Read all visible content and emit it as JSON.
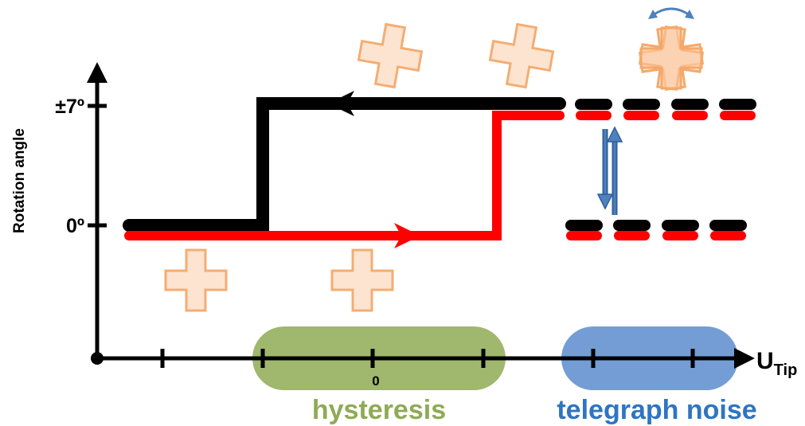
{
  "axes": {
    "y_label": "Rotation angle",
    "y_tick_top": "±7º",
    "y_tick_zero": "0º",
    "x_label_main": "U",
    "x_label_sub": "Tip",
    "x_tick_zero": "0"
  },
  "regions": {
    "hysteresis": {
      "label": "hysteresis",
      "color": "#8faa55"
    },
    "telegraph": {
      "label": "telegraph noise",
      "color": "#5b8ccc"
    }
  },
  "colors": {
    "forward_sweep": "#ff0000",
    "backward_sweep": "#000000",
    "molecule_fill": "#fde3cf",
    "molecule_stroke": "#f4a96b",
    "switch_arrow": "#4f81bd",
    "axis": "#000000"
  },
  "icons": {
    "molecule": "cross-shaped-molecule-icon",
    "rotating_molecule": "rotating-molecule-icon",
    "rotation_arrow": "curved-double-arrow-icon",
    "switch_arrows": "up-down-arrows-icon"
  }
}
